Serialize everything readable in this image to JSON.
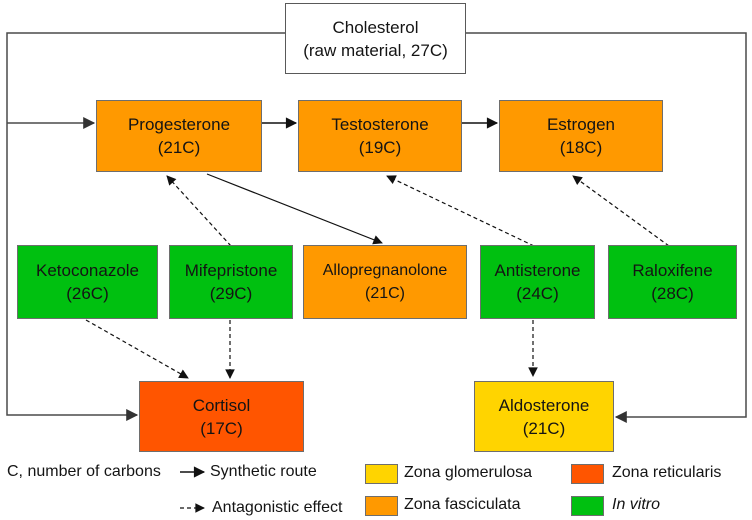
{
  "figure": {
    "colors": {
      "orange": "#FF9900",
      "green": "#00C010",
      "red_orange": "#FF5500",
      "yellow": "#FFD400",
      "line_gray": "#4a4a4a",
      "line_black": "#111111"
    },
    "nodes": {
      "cholesterol": {
        "name": "Cholesterol",
        "sub": "(raw material, 27C)"
      },
      "progesterone": {
        "name": "Progesterone",
        "sub": "(21C)"
      },
      "testosterone": {
        "name": "Testosterone",
        "sub": "(19C)"
      },
      "estrogen": {
        "name": "Estrogen",
        "sub": "(18C)"
      },
      "ketoconazole": {
        "name": "Ketoconazole",
        "sub": "(26C)"
      },
      "mifepristone": {
        "name": "Mifepristone",
        "sub": "(29C)"
      },
      "allopregnanolone": {
        "name": "Allopregnanolone",
        "sub": "(21C)"
      },
      "antisterone": {
        "name": "Antisterone",
        "sub": "(24C)"
      },
      "raloxifene": {
        "name": "Raloxifene",
        "sub": "(28C)"
      },
      "cortisol": {
        "name": "Cortisol",
        "sub": "(17C)"
      },
      "aldosterone": {
        "name": "Aldosterone",
        "sub": "(21C)"
      }
    },
    "edges": [
      {
        "from": "cholesterol",
        "to": "progesterone",
        "type": "synthetic"
      },
      {
        "from": "cholesterol",
        "to": "cortisol",
        "type": "synthetic"
      },
      {
        "from": "cholesterol",
        "to": "aldosterone",
        "type": "synthetic"
      },
      {
        "from": "progesterone",
        "to": "testosterone",
        "type": "synthetic"
      },
      {
        "from": "testosterone",
        "to": "estrogen",
        "type": "synthetic"
      },
      {
        "from": "progesterone",
        "to": "allopregnanolone",
        "type": "synthetic"
      },
      {
        "from": "mifepristone",
        "to": "progesterone",
        "type": "antagonistic"
      },
      {
        "from": "antisterone",
        "to": "testosterone",
        "type": "antagonistic"
      },
      {
        "from": "raloxifene",
        "to": "estrogen",
        "type": "antagonistic"
      },
      {
        "from": "ketoconazole",
        "to": "cortisol",
        "type": "antagonistic"
      },
      {
        "from": "mifepristone",
        "to": "cortisol",
        "type": "antagonistic"
      },
      {
        "from": "antisterone",
        "to": "aldosterone",
        "type": "antagonistic"
      }
    ],
    "legend": {
      "carbons_note": "C, number of carbons",
      "synthetic_route": "Synthetic route",
      "antagonistic_effect": "Antagonistic effect",
      "zona_glomerulosa": "Zona glomerulosa",
      "zona_reticularis": "Zona reticularis",
      "zona_fasciculata": "Zona fasciculata",
      "in_vitro": "In vitro"
    }
  }
}
